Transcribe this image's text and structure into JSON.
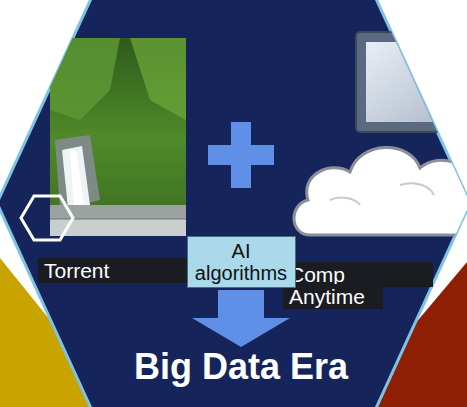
{
  "diagram": {
    "nodes": [
      {
        "text": [
          "Torrent"
        ]
      },
      {
        "text": [
          "AI algorithms"
        ]
      },
      {
        "text": [
          "Comp"
        ]
      },
      {
        "text": [
          "Anytime"
        ]
      }
    ],
    "labels": [
      "Big Data Era"
    ]
  }
}
